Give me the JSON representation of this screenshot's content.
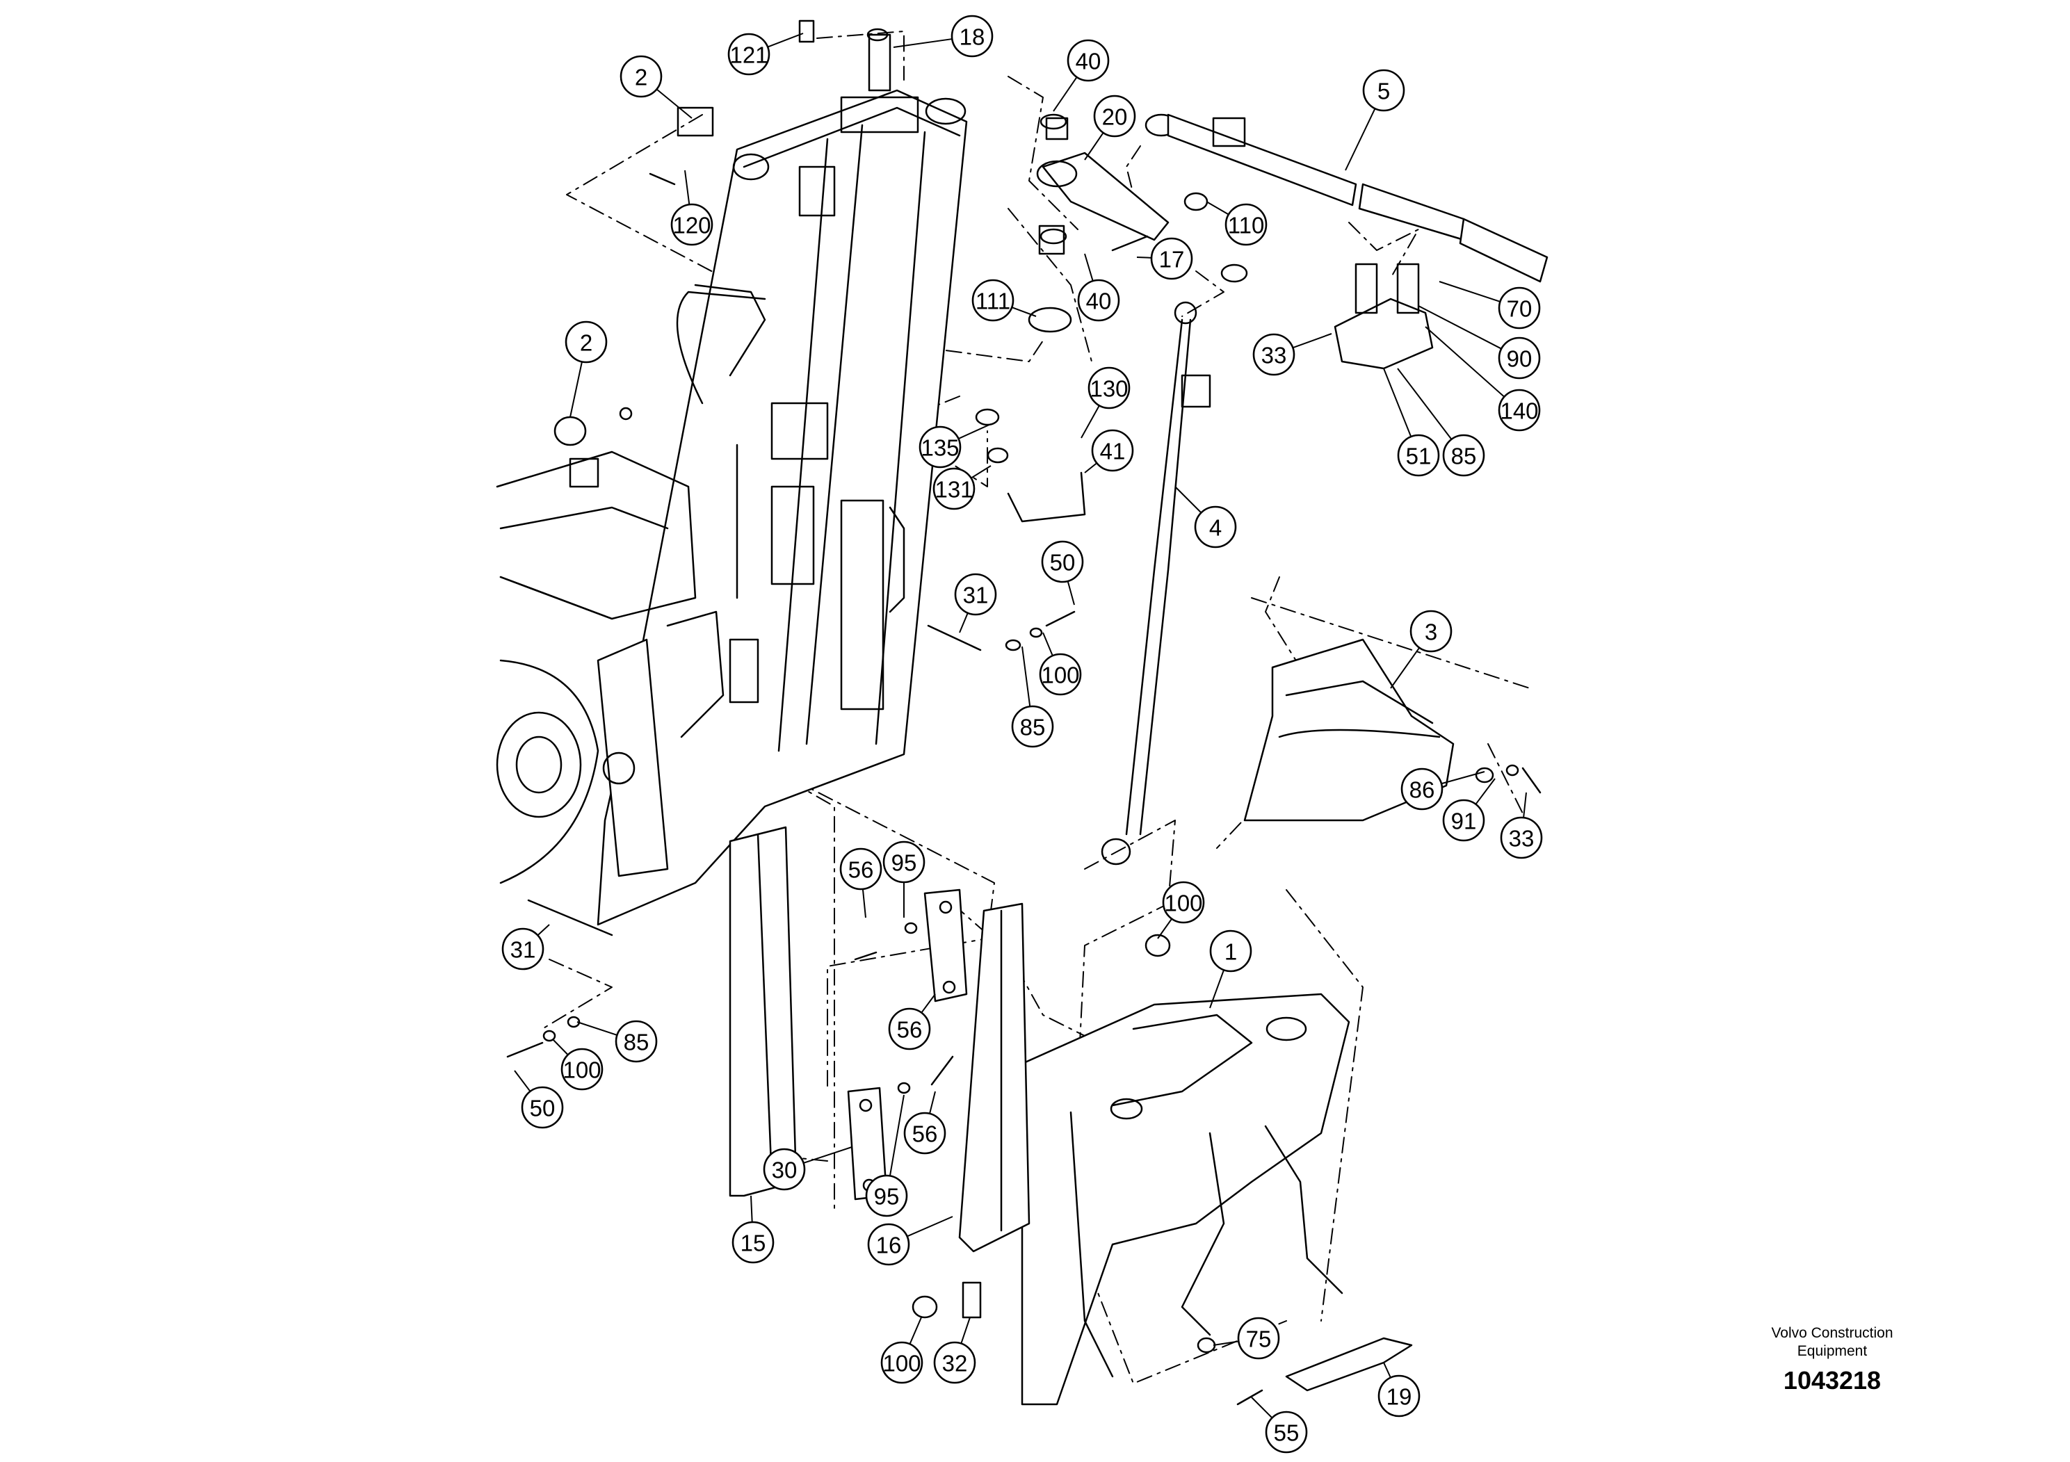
{
  "brand": {
    "line1": "Volvo Construction",
    "line2": "Equipment",
    "document_number": "1043218"
  },
  "callouts": [
    {
      "label": "121"
    },
    {
      "label": "18"
    },
    {
      "label": "40"
    },
    {
      "label": "2"
    },
    {
      "label": "20"
    },
    {
      "label": "5"
    },
    {
      "label": "120"
    },
    {
      "label": "110"
    },
    {
      "label": "17"
    },
    {
      "label": "111"
    },
    {
      "label": "40"
    },
    {
      "label": "70"
    },
    {
      "label": "90"
    },
    {
      "label": "33"
    },
    {
      "label": "2"
    },
    {
      "label": "140"
    },
    {
      "label": "130"
    },
    {
      "label": "51"
    },
    {
      "label": "85"
    },
    {
      "label": "135"
    },
    {
      "label": "41"
    },
    {
      "label": "131"
    },
    {
      "label": "4"
    },
    {
      "label": "50"
    },
    {
      "label": "31"
    },
    {
      "label": "3"
    },
    {
      "label": "100"
    },
    {
      "label": "85"
    },
    {
      "label": "86"
    },
    {
      "label": "91"
    },
    {
      "label": "33"
    },
    {
      "label": "56"
    },
    {
      "label": "95"
    },
    {
      "label": "100"
    },
    {
      "label": "1"
    },
    {
      "label": "31"
    },
    {
      "label": "56"
    },
    {
      "label": "85"
    },
    {
      "label": "100"
    },
    {
      "label": "50"
    },
    {
      "label": "56"
    },
    {
      "label": "30"
    },
    {
      "label": "95"
    },
    {
      "label": "15"
    },
    {
      "label": "16"
    },
    {
      "label": "75"
    },
    {
      "label": "100"
    },
    {
      "label": "32"
    },
    {
      "label": "19"
    },
    {
      "label": "55"
    }
  ]
}
